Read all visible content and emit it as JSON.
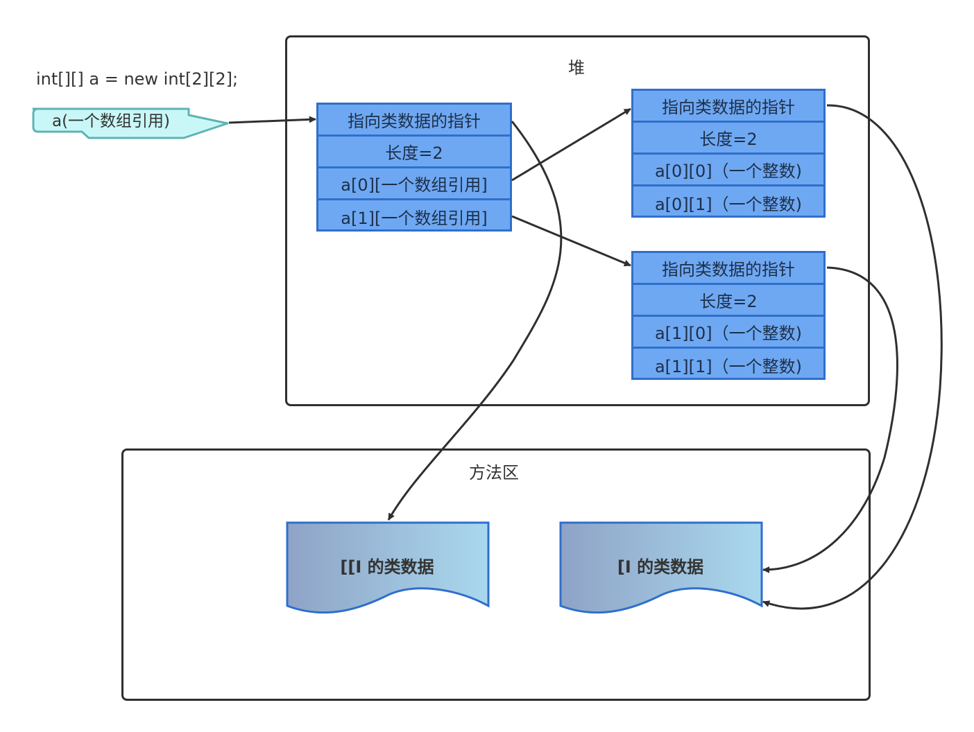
{
  "code": {
    "declaration": "int[][] a = new int[2][2];"
  },
  "reference": {
    "label": "a(一个数组引用)"
  },
  "heap": {
    "label": "堆",
    "outer_array": [
      "指向类数据的指针",
      "长度=2",
      "a[0][一个数组引用]",
      "a[1][一个数组引用]"
    ],
    "inner_array_0": [
      "指向类数据的指针",
      "长度=2",
      "a[0][0]（一个整数)",
      "a[0][1]（一个整数)"
    ],
    "inner_array_1": [
      "指向类数据的指针",
      "长度=2",
      "a[1][0]（一个整数)",
      "a[1][1]（一个整数)"
    ]
  },
  "method_area": {
    "label": "方法区",
    "class_2d": "[[I 的类数据",
    "class_1d": "[I 的类数据"
  },
  "colors": {
    "cell_fill": "#6fa8f2",
    "cell_border": "#2f6fcb",
    "reference_fill": "#c9f7f7",
    "reference_border": "#5fb3b3",
    "doc_gradient_start": "#8fa3c6",
    "doc_gradient_end": "#a9d8ee",
    "arrow": "#2f2f2f"
  }
}
